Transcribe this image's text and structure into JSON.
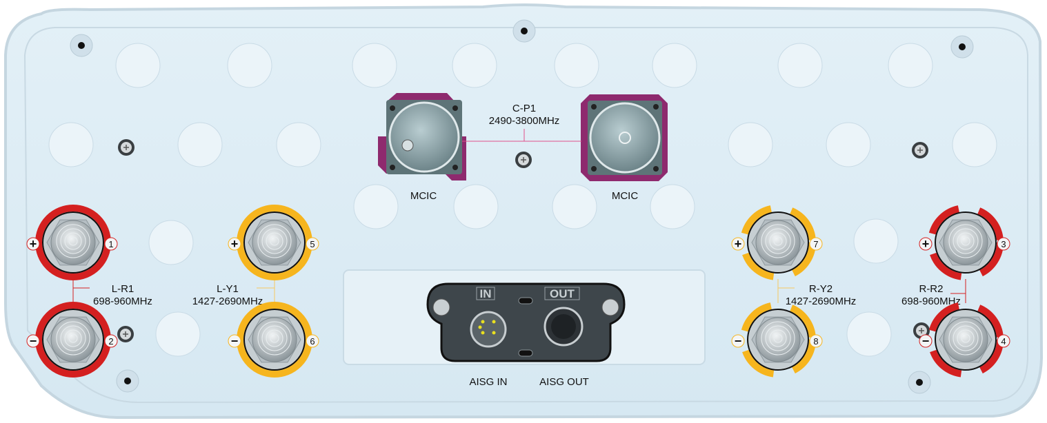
{
  "colors": {
    "plate": "#dcecf5",
    "hole": "#e9f3f9",
    "red": "#d42020",
    "yellow": "#f6b51e",
    "magenta": "#8e2a6e",
    "module": "#3e464b"
  },
  "center": {
    "name": "C-P1",
    "band": "2490-3800MHz",
    "left_connector": "MCIC",
    "right_connector": "MCIC"
  },
  "groups": [
    {
      "name": "L-R1",
      "band": "698-960MHz"
    },
    {
      "name": "L-Y1",
      "band": "1427-2690MHz"
    },
    {
      "name": "R-Y2",
      "band": "1427-2690MHz"
    },
    {
      "name": "R-R2",
      "band": "698-960MHz"
    }
  ],
  "ports": [
    {
      "number": "1",
      "polarity": "+",
      "color": "red"
    },
    {
      "number": "2",
      "polarity": "−",
      "color": "red"
    },
    {
      "number": "5",
      "polarity": "+",
      "color": "yellow"
    },
    {
      "number": "6",
      "polarity": "−",
      "color": "yellow"
    },
    {
      "number": "7",
      "polarity": "+",
      "color": "yellow"
    },
    {
      "number": "8",
      "polarity": "−",
      "color": "yellow"
    },
    {
      "number": "3",
      "polarity": "+",
      "color": "red"
    },
    {
      "number": "4",
      "polarity": "−",
      "color": "red"
    }
  ],
  "aisg": {
    "in_tag": "IN",
    "out_tag": "OUT",
    "in_label": "AISG IN",
    "out_label": "AISG OUT"
  }
}
